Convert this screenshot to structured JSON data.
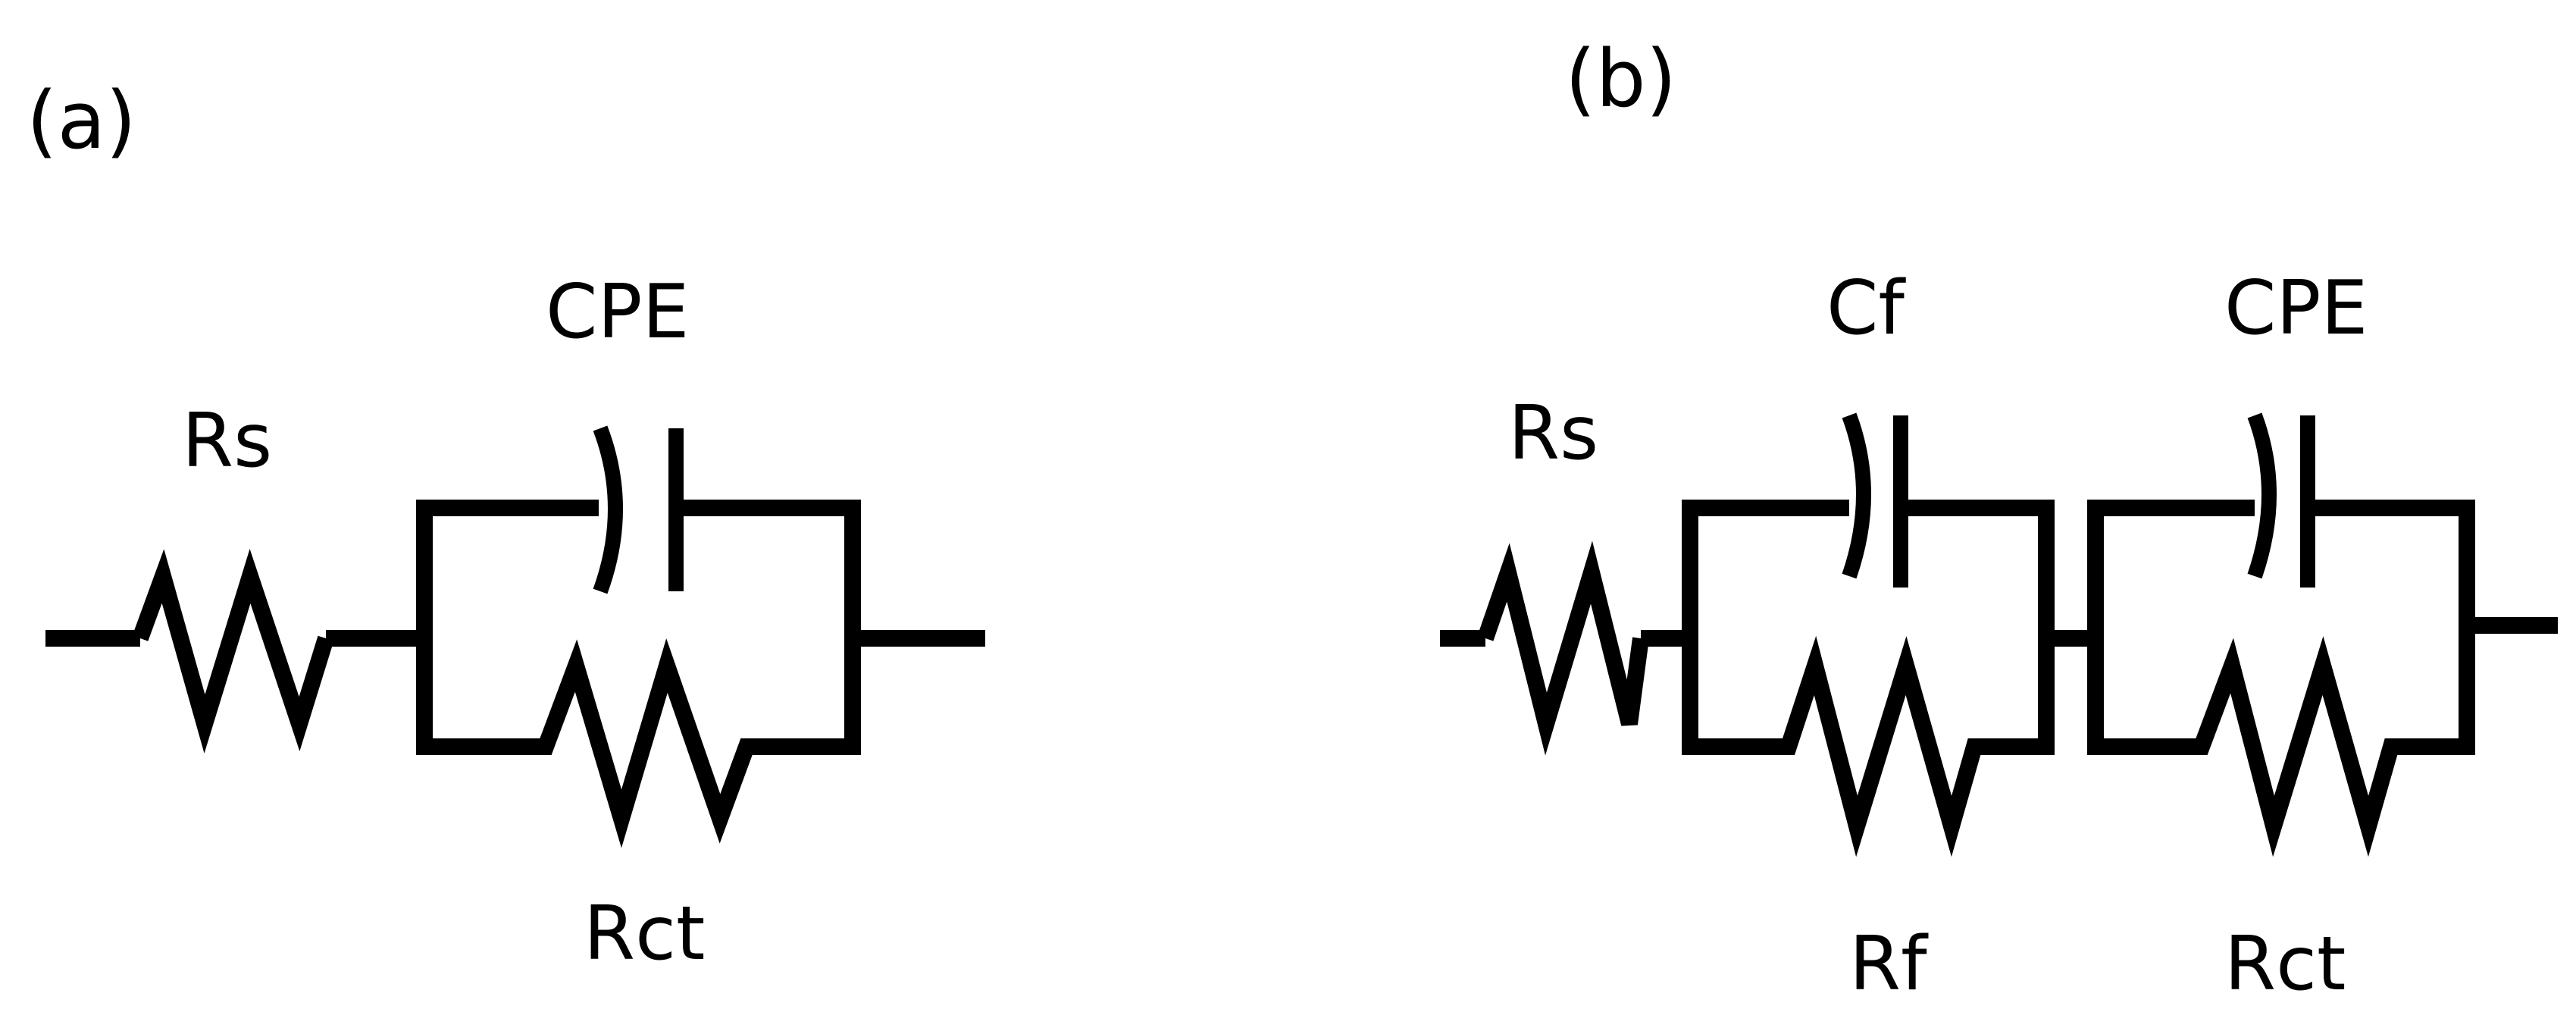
{
  "panels": [
    {
      "label": "(a)",
      "components": {
        "series_resistor": "Rs",
        "cpe": "CPE",
        "charge_transfer_resistor": "Rct"
      }
    },
    {
      "label": "(b)",
      "components": {
        "series_resistor": "Rs",
        "film_capacitor": "Cf",
        "film_resistor": "Rf",
        "cpe": "CPE",
        "charge_transfer_resistor": "Rct"
      }
    }
  ],
  "colors": {
    "stroke": "#000000",
    "background": "#ffffff"
  }
}
